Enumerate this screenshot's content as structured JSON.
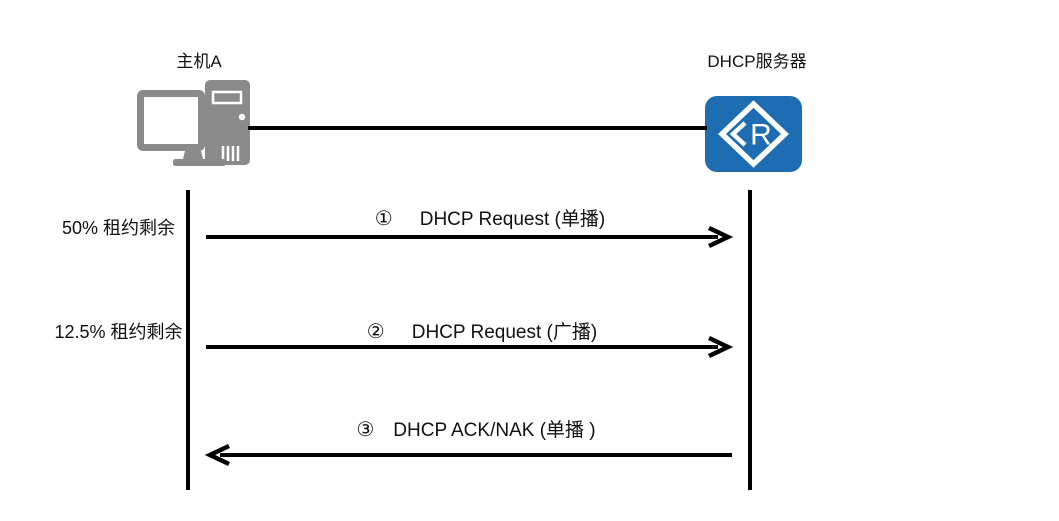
{
  "diagram": {
    "host": {
      "label": "主机A",
      "icon": "desktop-computer-icon"
    },
    "server": {
      "label": "DHCP服务器",
      "icon": "router-icon",
      "icon_letter": "R"
    },
    "colors": {
      "router_blue": "#1e6cb1",
      "device_gray": "#8a8a8a",
      "line_black": "#000000",
      "background": "#ffffff"
    },
    "messages": [
      {
        "num": "①",
        "text": "DHCP Request (单播)",
        "direction": "left-to-right",
        "side_label": "50% 租约剩余"
      },
      {
        "num": "②",
        "text": "DHCP Request (广播)",
        "direction": "left-to-right",
        "side_label": "12.5% 租约剩余"
      },
      {
        "num": "③",
        "text": "DHCP ACK/NAK (单播 )",
        "direction": "right-to-left",
        "side_label": ""
      }
    ]
  }
}
